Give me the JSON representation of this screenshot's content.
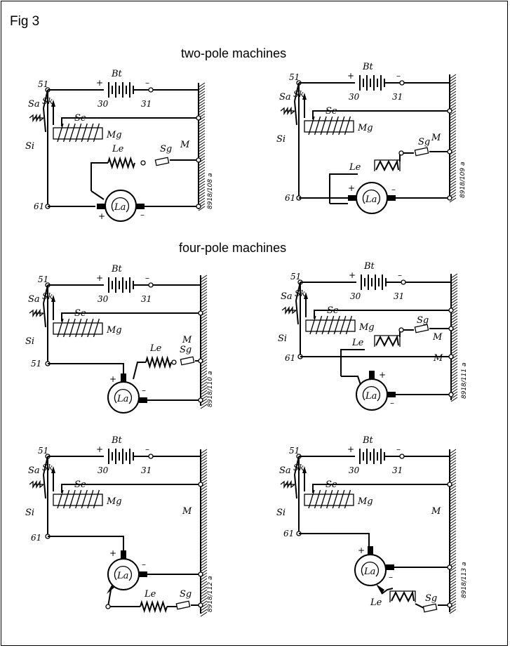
{
  "figure_title": "Fig 3",
  "sections": {
    "two_pole": "two-pole machines",
    "four_pole": "four-pole machines"
  },
  "labels": {
    "battery": "Bt",
    "plus": "+",
    "minus": "–",
    "terminal_30": "30",
    "terminal_31": "31",
    "terminal_51": "51",
    "terminal_61": "61",
    "switch_sa": "Sa",
    "switch_sk": "Sk",
    "series_winding": "Se",
    "magnet": "Mg",
    "si": "Si",
    "ground": "M",
    "field_le": "Le",
    "resistor_sg": "Sg",
    "armature": "La"
  },
  "diagram_codes": [
    "8918/108 a",
    "8918/109 a",
    "8918/110 a",
    "8918/111 a",
    "8918/112 a",
    "8918/113 a"
  ],
  "colors": {
    "ink": "#000000",
    "paper": "#ffffff"
  }
}
